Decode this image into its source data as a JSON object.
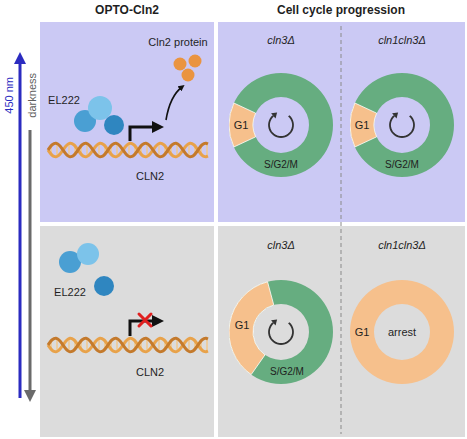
{
  "diagram": {
    "nodes": [
      {
        "text": [
          "OPTO-Cln2",
          "EL222",
          "CLN2",
          "Cln2 protein"
        ]
      },
      {
        "text": [
          "Cell cycle progression",
          "cln3Δ",
          "cln1cln3Δ"
        ]
      },
      {
        "text": [
          "G1",
          "S/G2/M"
        ],
        "in": 1
      },
      {
        "text": [
          "G1",
          "S/G2/M"
        ],
        "in": 1
      },
      {
        "text": [
          "EL222",
          "CLN2"
        ]
      },
      {
        "text": [
          "cln3Δ",
          "cln1cln3Δ"
        ]
      },
      {
        "text": [
          "G1",
          "S/G2/M"
        ],
        "in": 5
      },
      {
        "text": [
          "G1",
          "arrest"
        ],
        "in": 5
      }
    ],
    "labels": [
      "450 nm",
      "darkness"
    ]
  }
}
